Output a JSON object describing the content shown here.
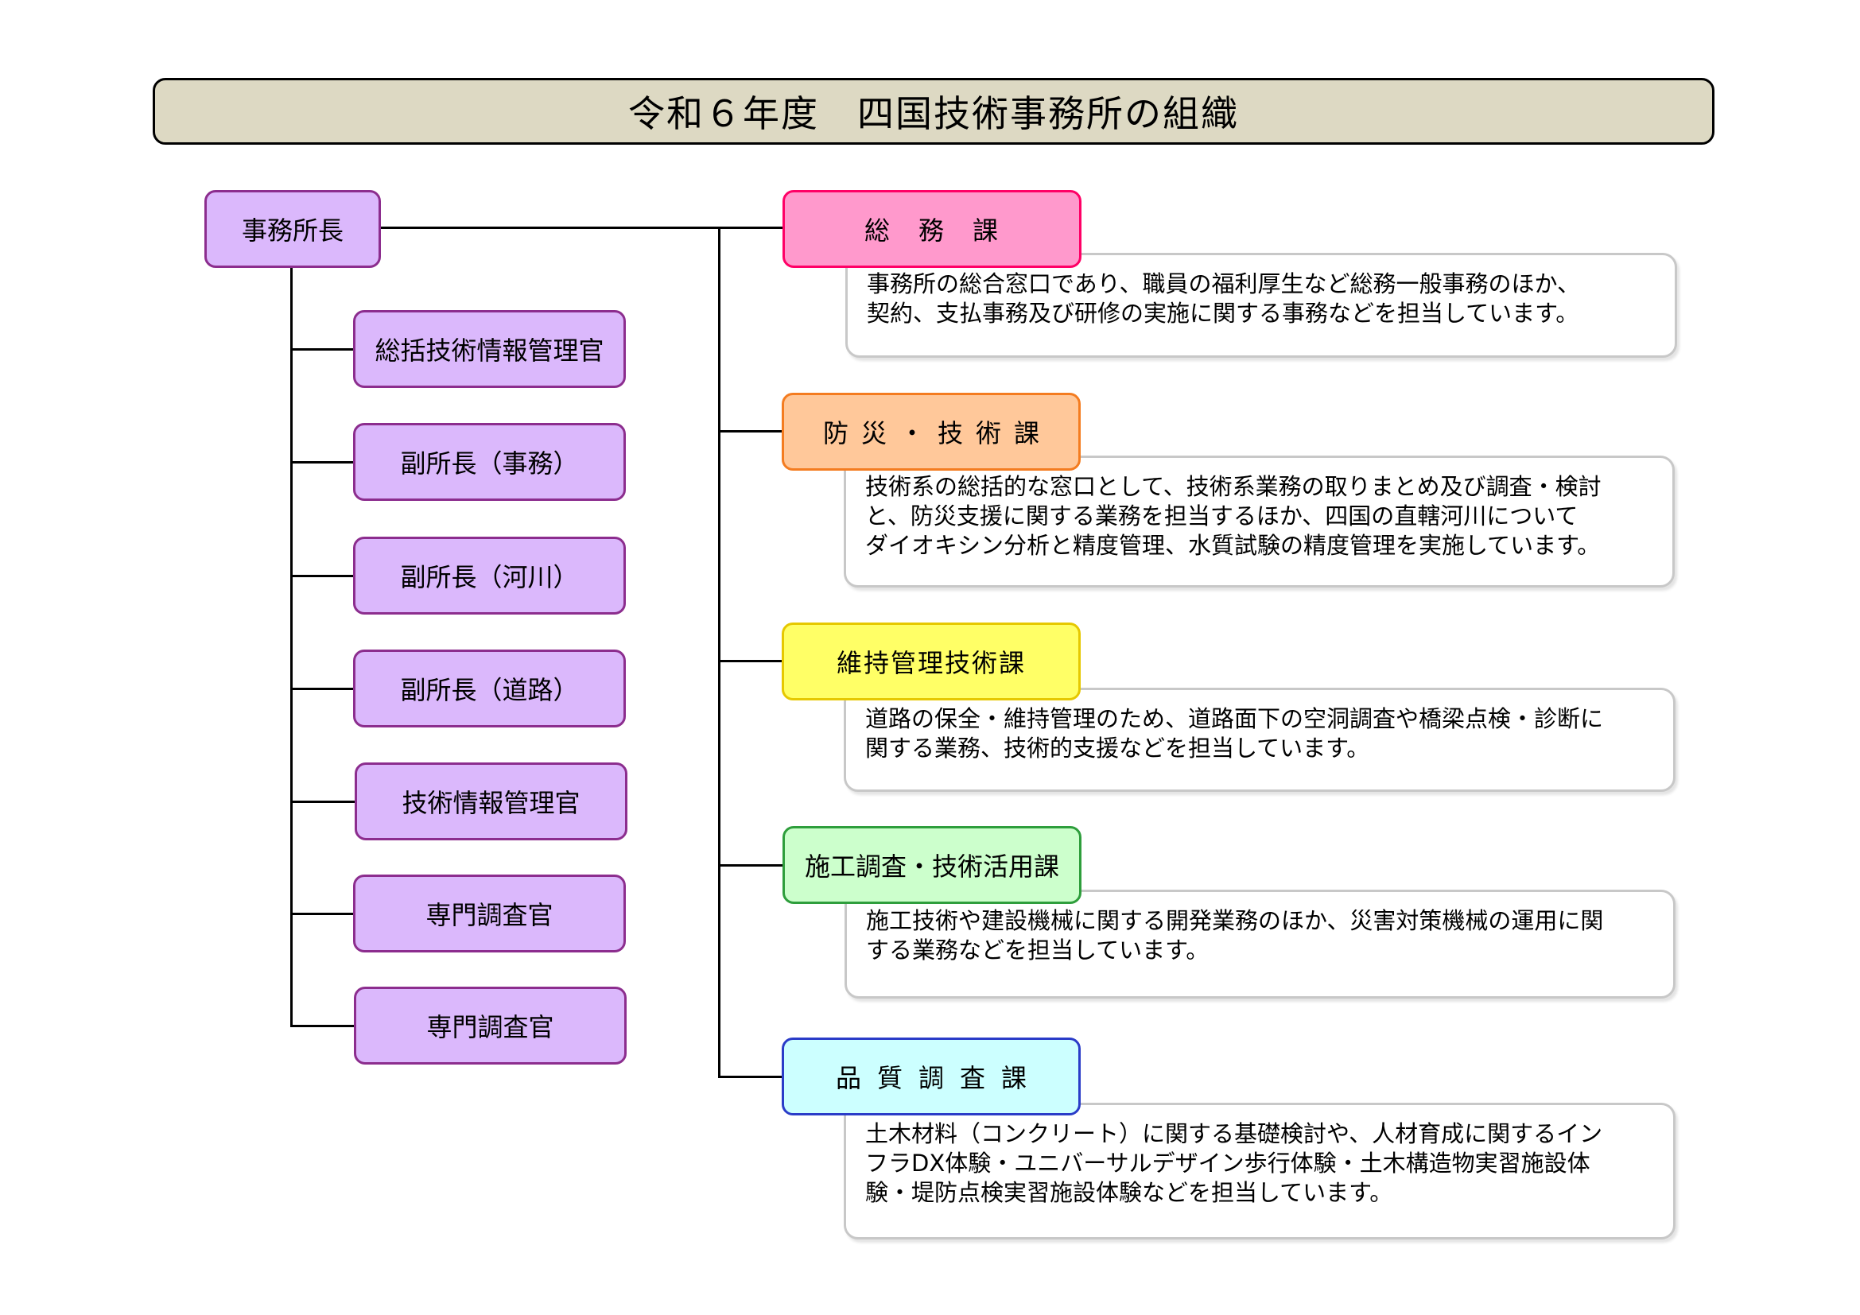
{
  "title": "令和６年度　四国技術事務所の組織",
  "head": {
    "label": "事務所長"
  },
  "staff": [
    {
      "label": "総括技術情報管理官"
    },
    {
      "label": "副所長（事務）"
    },
    {
      "label": "副所長（河川）"
    },
    {
      "label": "副所長（道路）"
    },
    {
      "label": "技術情報管理官"
    },
    {
      "label": "専門調査官"
    },
    {
      "label": "専門調査官"
    }
  ],
  "departments": [
    {
      "label": "総　務　課",
      "color": "#ff99cc",
      "border": "#ff0066",
      "lines": [
        "事務所の総合窓口であり、職員の福利厚生など総務一般事務のほか、",
        "契約、支払事務及び研修の実施に関する事務などを担当しています。"
      ]
    },
    {
      "label": "防災・技術課",
      "color": "#ffc89a",
      "border": "#f47c20",
      "lines": [
        "技術系の総括的な窓口として、技術系業務の取りまとめ及び調査・検討",
        "と、防災支援に関する業務を担当するほか、四国の直轄河川について",
        "ダイオキシン分析と精度管理、水質試験の精度管理を実施しています。"
      ]
    },
    {
      "label": "維持管理技術課",
      "color": "#ffff66",
      "border": "#e6c800",
      "lines": [
        "道路の保全・維持管理のため、道路面下の空洞調査や橋梁点検・診断に",
        "関する業務、技術的支援などを担当しています。"
      ]
    },
    {
      "label": "施工調査・技術活用課",
      "color": "#ccffcc",
      "border": "#2e9e3c",
      "lines": [
        "施工技術や建設機械に関する開発業務のほか、災害対策機械の運用に関",
        "する業務などを担当しています。"
      ]
    },
    {
      "label": "品質調査課",
      "color": "#ccffff",
      "border": "#2a3cc8",
      "lines": [
        "土木材料（コンクリート）に関する基礎検討や、人材育成に関するイン",
        "フラDX体験・ユニバーサルデザイン歩行体験・土木構造物実習施設体",
        "験・堤防点検実習施設体験などを担当しています。"
      ]
    }
  ]
}
